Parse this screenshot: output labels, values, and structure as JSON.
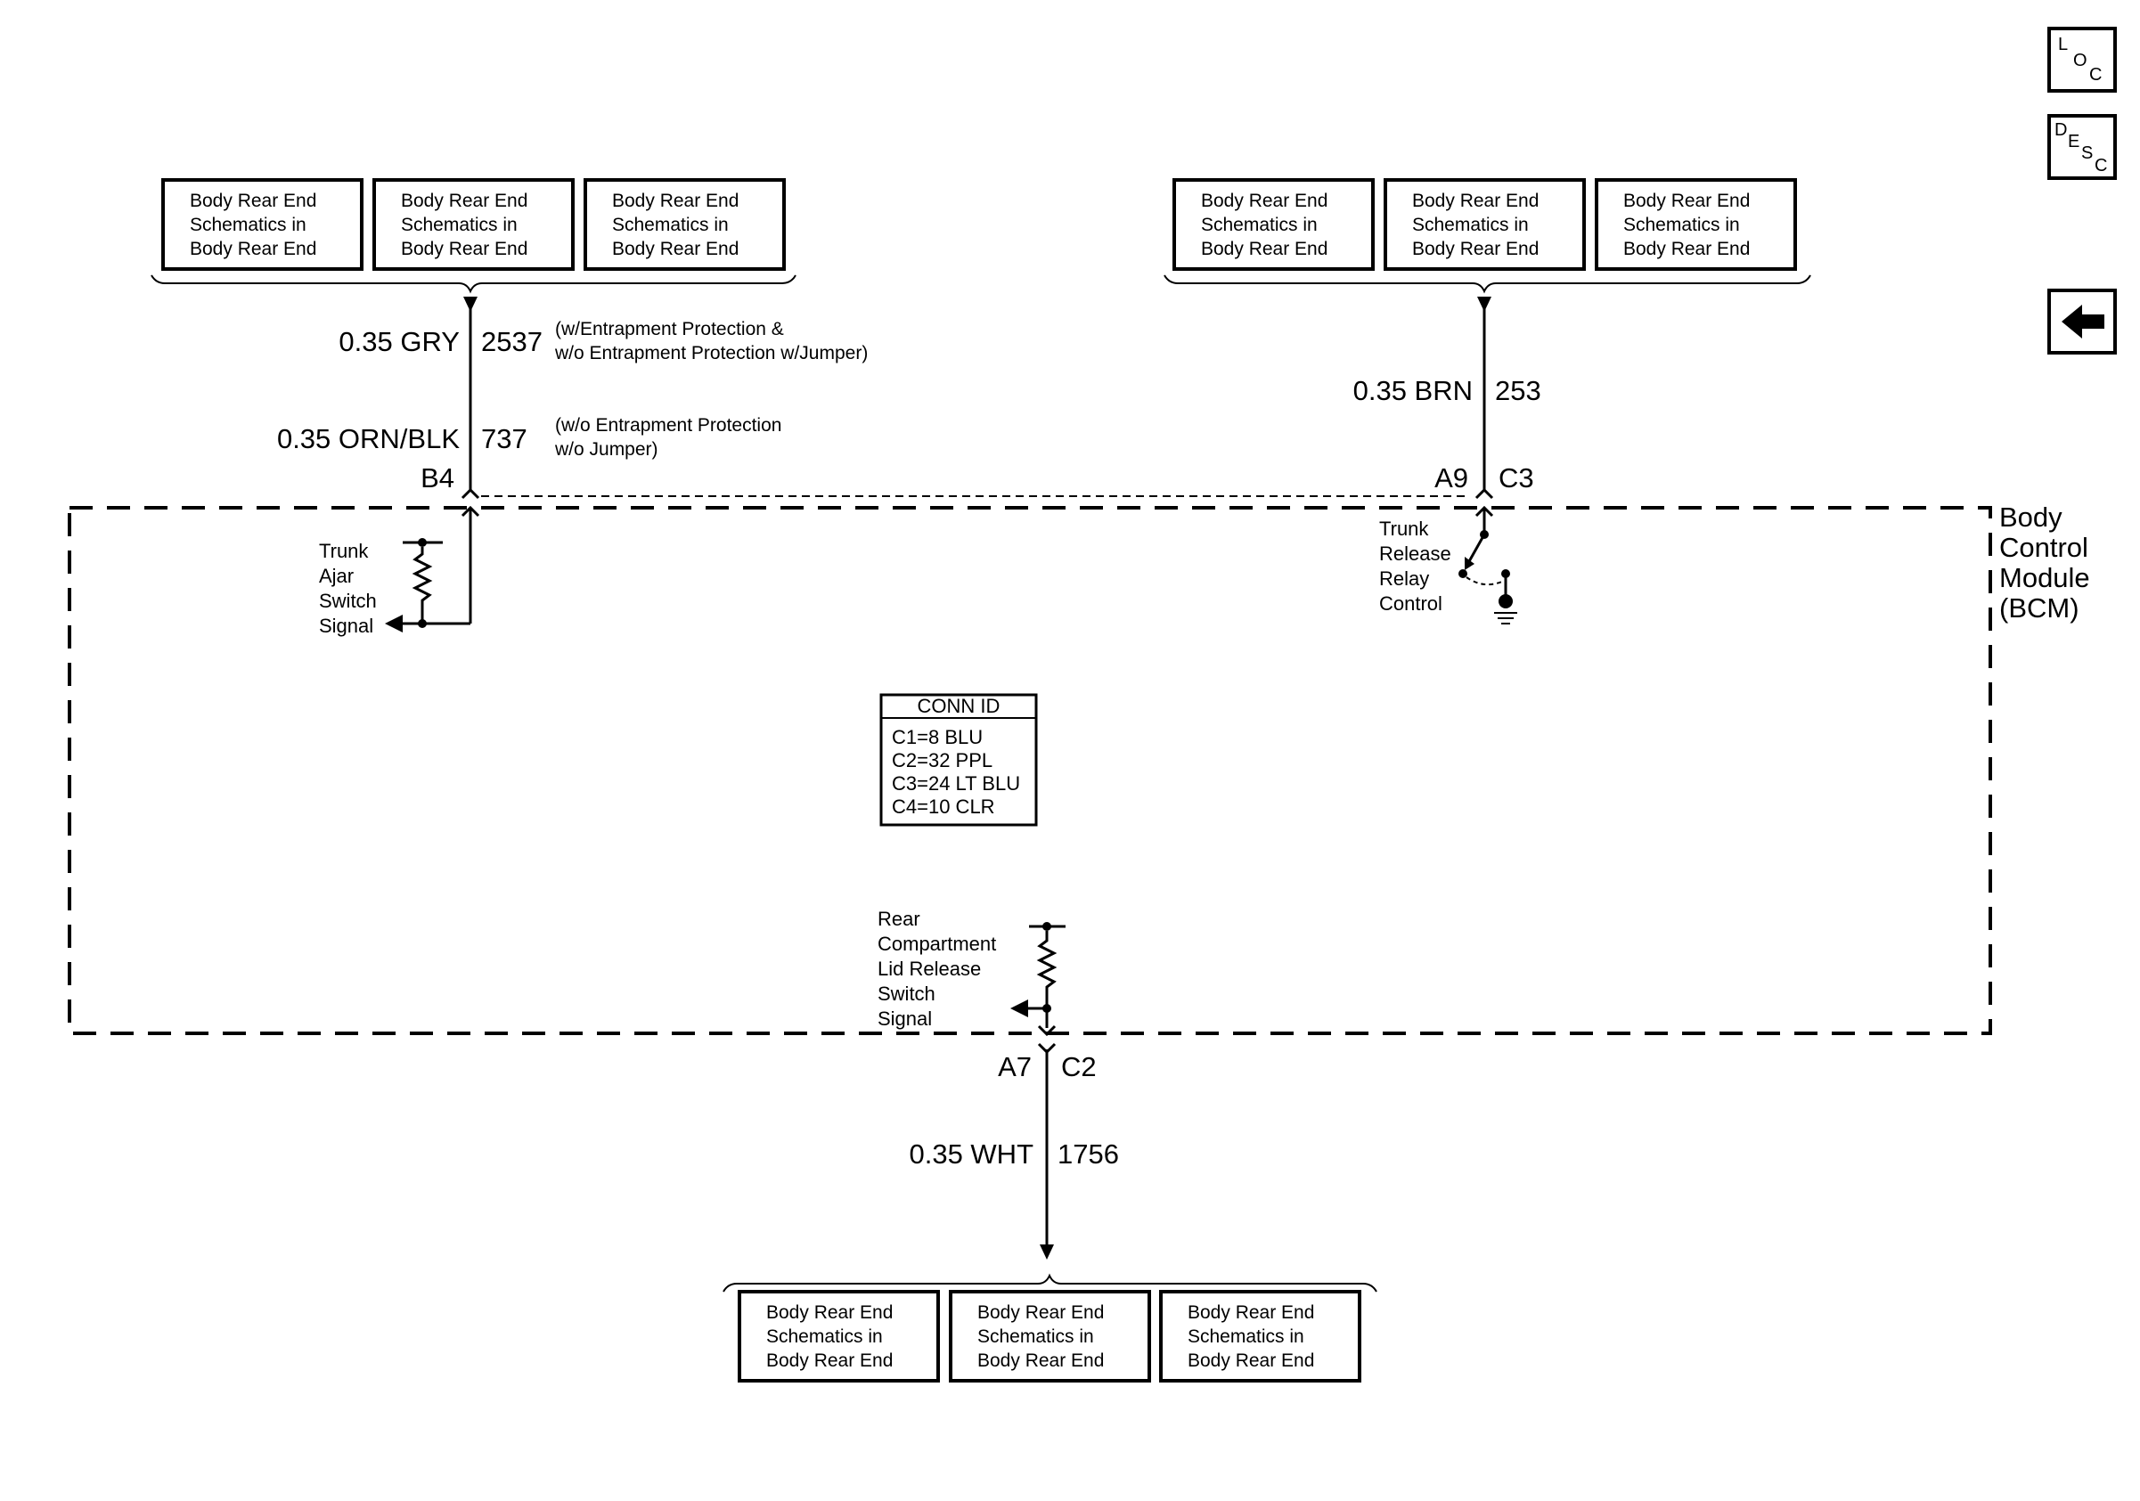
{
  "colors": {
    "ink": "#000000",
    "background": "#ffffff"
  },
  "references": {
    "top_left": [
      [
        "Body Rear End",
        "Schematics in",
        "Body Rear End"
      ],
      [
        "Body Rear End",
        "Schematics in",
        "Body Rear End"
      ],
      [
        "Body Rear End",
        "Schematics in",
        "Body Rear End"
      ]
    ],
    "top_right": [
      [
        "Body Rear End",
        "Schematics in",
        "Body Rear End"
      ],
      [
        "Body Rear End",
        "Schematics in",
        "Body Rear End"
      ],
      [
        "Body Rear End",
        "Schematics in",
        "Body Rear End"
      ]
    ],
    "bottom": [
      [
        "Body Rear End",
        "Schematics in",
        "Body Rear End"
      ],
      [
        "Body Rear End",
        "Schematics in",
        "Body Rear End"
      ],
      [
        "Body Rear End",
        "Schematics in",
        "Body Rear End"
      ]
    ]
  },
  "wires": {
    "gry": {
      "size_color": "0.35 GRY",
      "circuit": "2537",
      "note": [
        "(w/Entrapment Protection &",
        "w/o Entrapment Protection w/Jumper)"
      ]
    },
    "orn_blk": {
      "size_color": "0.35 ORN/BLK",
      "circuit": "737",
      "note": [
        "(w/o Entrapment Protection",
        "w/o Jumper)"
      ]
    },
    "brn": {
      "size_color": "0.35 BRN",
      "circuit": "253"
    },
    "wht": {
      "size_color": "0.35 WHT",
      "circuit": "1756"
    }
  },
  "pins": {
    "b4": "B4",
    "a9": "A9",
    "c3": "C3",
    "a7": "A7",
    "c2": "C2"
  },
  "signals": {
    "trunk_ajar": [
      "Trunk",
      "Ajar",
      "Switch",
      "Signal"
    ],
    "trunk_release": [
      "Trunk",
      "Release",
      "Relay",
      "Control"
    ],
    "rear_lid": [
      "Rear",
      "Compartment",
      "Lid Release",
      "Switch",
      "Signal"
    ]
  },
  "module": {
    "name": [
      "Body",
      "Control",
      "Module",
      "(BCM)"
    ]
  },
  "conn_id": {
    "title": "CONN ID",
    "rows": [
      "C1=8 BLU",
      "C2=32 PPL",
      "C3=24 LT BLU",
      "C4=10 CLR"
    ]
  },
  "nav": {
    "loc": [
      "L",
      "O",
      "C"
    ],
    "desc": [
      "D",
      "E",
      "S",
      "C"
    ],
    "back_icon": "left-arrow-icon"
  }
}
